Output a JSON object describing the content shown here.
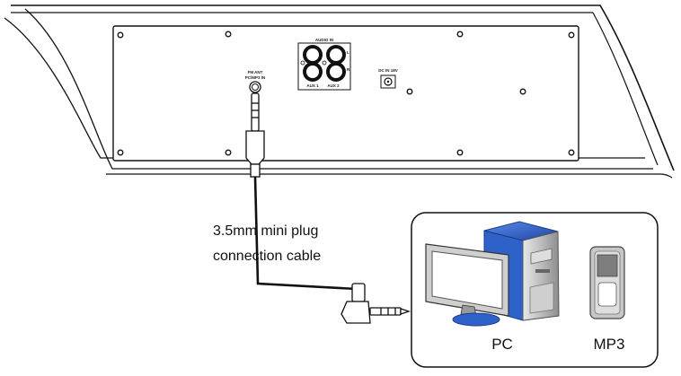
{
  "panel": {
    "audio_in_label": "AUDIO IN",
    "aux1_label": "AUX 1",
    "aux2_label": "AUX 2",
    "left_channel": "L",
    "right_channel": "R",
    "antenna_label_line1": "FM ANT",
    "antenna_label_line2": "PC/MP3 IN",
    "dc_in_label": "DC IN 18V"
  },
  "cable": {
    "caption_line1": "3.5mm mini plug",
    "caption_line2": "connection cable"
  },
  "devices": {
    "pc_label": "PC",
    "mp3_label": "MP3"
  },
  "colors": {
    "pc_blue": "#2f62c9",
    "pc_grey": "#b9b9b9",
    "mp3_grey": "#9a9a9a",
    "line": "#111111"
  }
}
